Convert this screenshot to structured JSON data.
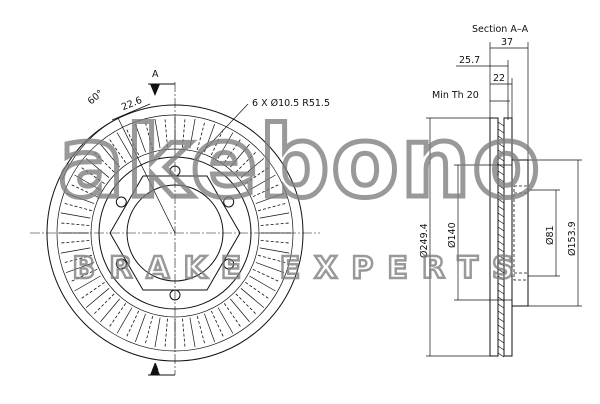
{
  "labels": {
    "section_title": "Section A–A",
    "section_marker_top": "A",
    "section_marker_bottom": "A",
    "angle": "60°",
    "slot_size": "22.6",
    "holes_note": "6 X Ø10.5 R51.5",
    "dim_37": "37",
    "dim_25_7": "25.7",
    "dim_22": "22",
    "min_th": "Min Th 20",
    "dia_249_4": "Ø249.4",
    "dia_140": "Ø140",
    "dia_81": "Ø81",
    "dia_153_9": "Ø153.9"
  },
  "watermark": {
    "logo_text": "akebono",
    "tagline": "BRAKE EXPERTS",
    "color": "#7d7d7d"
  }
}
